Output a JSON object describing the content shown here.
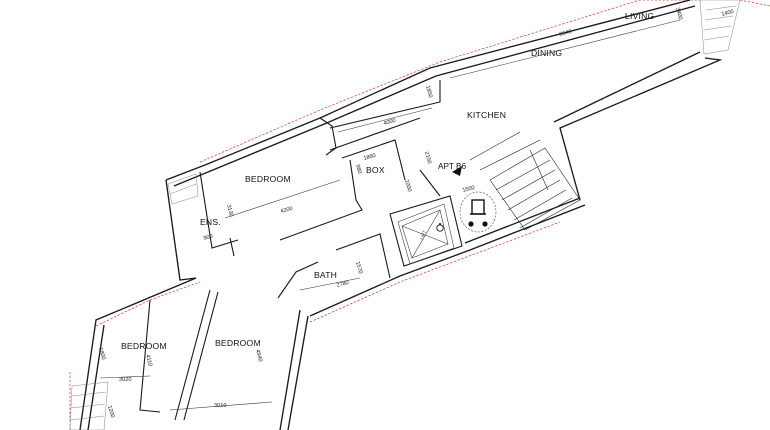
{
  "rooms": {
    "living": "LIVING",
    "dining": "DINING",
    "kitchen": "KITCHEN",
    "apt": "APT B6",
    "box": "BOX",
    "bedroom_main": "BEDROOM",
    "ens": "ENS.",
    "bath": "BATH",
    "bedroom_left": "BEDROOM",
    "bedroom_mid": "BEDROOM"
  },
  "lift_label": "LIFT",
  "dimensions": {
    "d8640": "8640",
    "d3400": "3400",
    "d1400": "1400",
    "d4000": "4000",
    "d1850": "1850",
    "d1860": "1860",
    "d1500": "1500",
    "d2150": "2150",
    "d1000": "1000",
    "d980": "980",
    "d4200": "4200",
    "d3130": "3130",
    "d900": "900",
    "d1570": "1570",
    "d2780": "2780",
    "d1800": "1800",
    "d3020": "3020",
    "d4110": "4110",
    "d4940": "4940",
    "d3010": "3010",
    "d1200": "1200"
  },
  "colors": {
    "wall": "#1a1a1a",
    "boundary": "#cc3b2a",
    "background": "#ffffff"
  }
}
